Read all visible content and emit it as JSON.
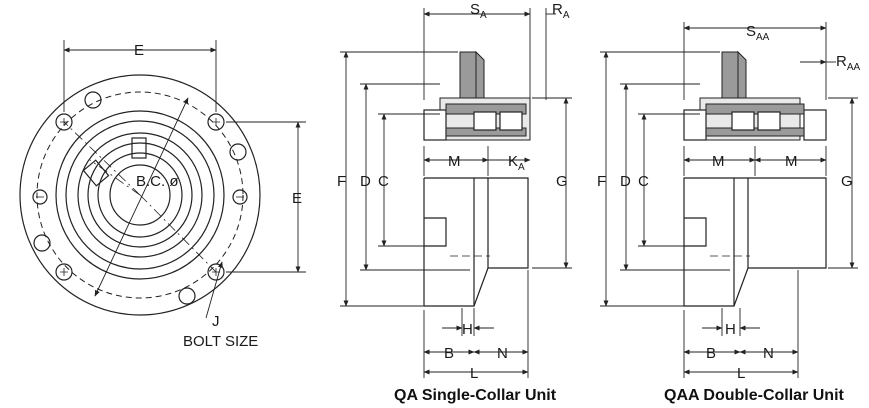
{
  "labels": {
    "E_top": "E",
    "E_right": "E",
    "BC": "B.C. ø",
    "J": "J",
    "bolt_size": "BOLT SIZE",
    "F1": "F",
    "D1": "D",
    "C1": "C",
    "G1": "G",
    "S": "S",
    "S_sub": "A",
    "R": "R",
    "R_sub": "A",
    "M1": "M",
    "K": "K",
    "K_sub": "A",
    "H1": "H",
    "B1": "B",
    "N1": "N",
    "L1": "L",
    "F2": "F",
    "D2": "D",
    "C2": "C",
    "G2": "G",
    "S2": "S",
    "S2_sub": "AA",
    "R2": "R",
    "R2_sub": "AA",
    "M2a": "M",
    "M2b": "M",
    "H2": "H",
    "B2": "B",
    "N2": "N",
    "L2": "L"
  },
  "captions": {
    "single": "QA Single-Collar Unit",
    "double": "QAA Double-Collar Unit"
  }
}
